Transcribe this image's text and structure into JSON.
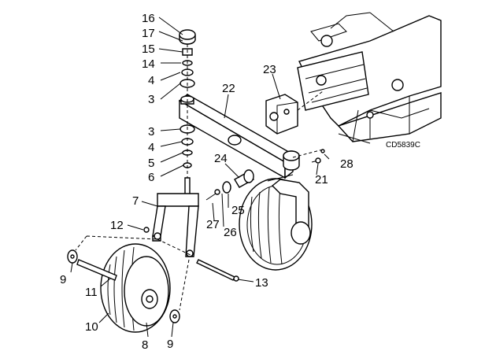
{
  "diagram_code": "CD5839C",
  "callouts": {
    "c16": "16",
    "c17": "17",
    "c15": "15",
    "c14": "14",
    "c4a": "4",
    "c3a": "3",
    "c22": "22",
    "c23": "23",
    "c3b": "3",
    "c4b": "4",
    "c5": "5",
    "c6": "6",
    "c24": "24",
    "c28": "28",
    "c21": "21",
    "c7": "7",
    "c25": "25",
    "c27": "27",
    "c26": "26",
    "c12": "12",
    "c9a": "9",
    "c11": "11",
    "c13": "13",
    "c10": "10",
    "c8": "8",
    "c9b": "9"
  }
}
